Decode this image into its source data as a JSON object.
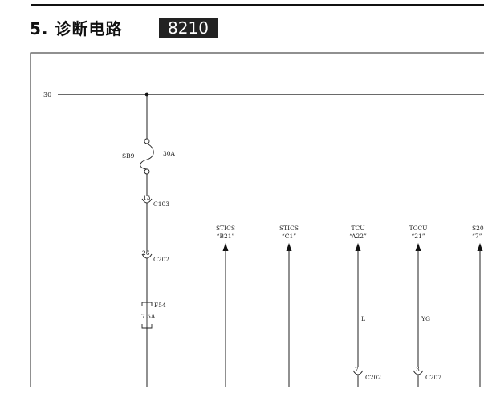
{
  "header": {
    "title": "5. 诊断电路",
    "code": "8210"
  },
  "diagram": {
    "supply_label": "30",
    "fuse_main": {
      "name": "SB9",
      "rating": "30A"
    },
    "connector_1": {
      "pin": "13",
      "name": "C103"
    },
    "connector_2": {
      "pin": "26",
      "name": "C202"
    },
    "fuse_small": {
      "name": "F54",
      "rating": "7.5A"
    },
    "targets": [
      {
        "module": "STICS",
        "pin": "“B21”"
      },
      {
        "module": "STICS",
        "pin": "“C1”"
      },
      {
        "module": "TCU",
        "pin": "“A22”"
      },
      {
        "module": "TCCU",
        "pin": "“21”"
      },
      {
        "module": "S20",
        "pin": "“7”"
      }
    ],
    "wire_colors": {
      "tcu": "L",
      "tccu": "YG"
    },
    "connector_3": {
      "pin": "7",
      "name": "C202"
    },
    "connector_4": {
      "pin": "3",
      "name": "C207"
    }
  }
}
